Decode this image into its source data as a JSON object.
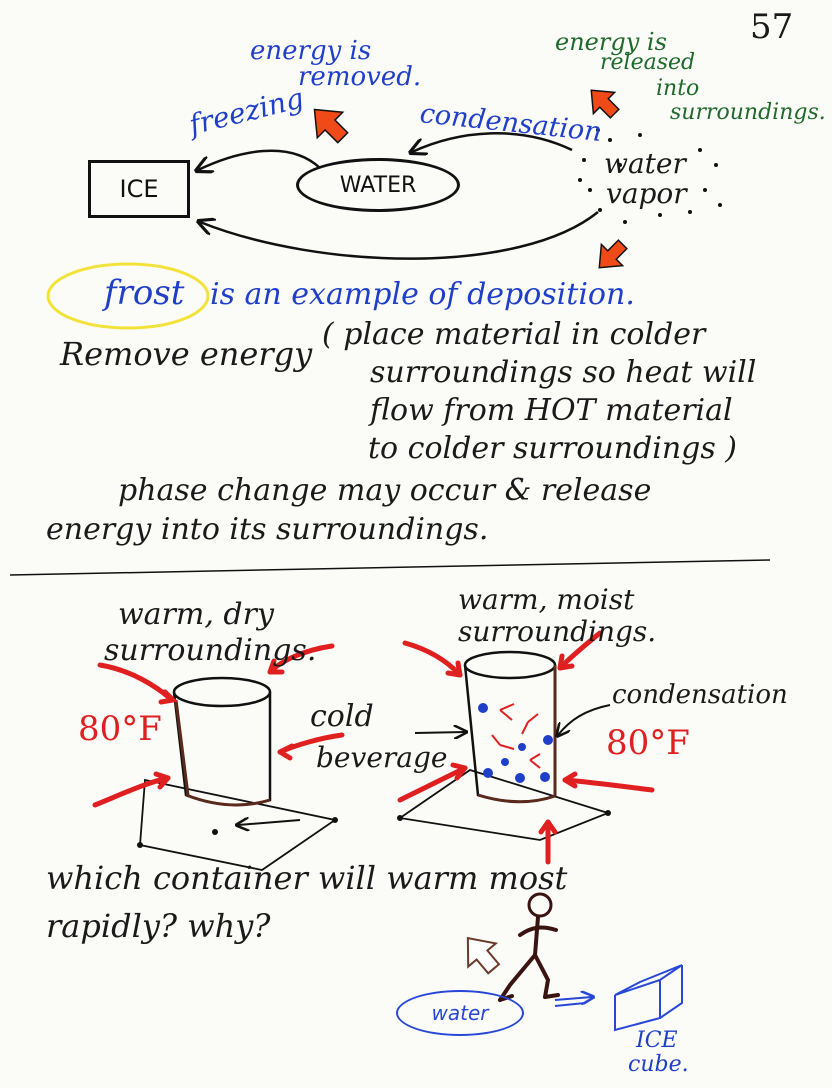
{
  "page_number": "57",
  "cycle": {
    "energy_removed": [
      "energy is",
      "removed."
    ],
    "energy_released": [
      "energy is",
      "released",
      "into",
      "surroundings."
    ],
    "freezing": "freezing",
    "condensation": "condensation",
    "ice": "ICE",
    "water": "WATER",
    "vapor": [
      "water",
      "vapor"
    ]
  },
  "deposition": {
    "frost": "frost",
    "rest": "is an example of deposition."
  },
  "notes": {
    "remove_energy": "Remove energy",
    "paren_lines": [
      "( place material in colder",
      "surroundings so heat will",
      "flow from HOT material",
      "to colder surroundings )"
    ],
    "phase_lines": [
      "phase change may occur & release",
      "energy into its surroundings."
    ]
  },
  "experiment": {
    "left_label": [
      "warm, dry",
      "surroundings."
    ],
    "right_label": [
      "warm, moist",
      "surroundings."
    ],
    "temp_left": "80°F",
    "temp_right": "80°F",
    "cold": "cold",
    "beverage": "beverage",
    "condensation": "condensation",
    "question": [
      "which container will warm most",
      "rapidly? why?"
    ]
  },
  "footer": {
    "water": "water",
    "ice_cube": [
      "ICE",
      "cube."
    ]
  },
  "colors": {
    "ink": "#1a1a1a",
    "blue": "#1f3fc8",
    "green": "#1f6a2a",
    "red": "#e02020",
    "orange": "#f04a18",
    "brown": "#5a2a1c",
    "highlight": "#f2e23a"
  }
}
